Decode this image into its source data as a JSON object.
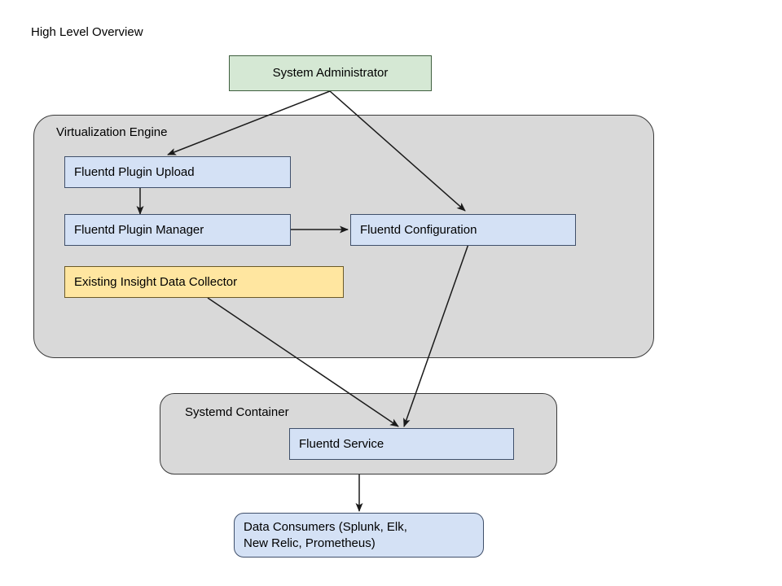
{
  "diagram": {
    "title": "High Level Overview",
    "type": "flowchart",
    "background": "#ffffff",
    "colors": {
      "actor_fill": "#d5e8d4",
      "process_fill": "#d4e1f5",
      "legacy_fill": "#ffe6a0",
      "group_fill": "#d9d9d9",
      "stroke": "#2b2b2b"
    },
    "groups": [
      {
        "id": "virtualization-engine",
        "label": "Virtualization Engine"
      },
      {
        "id": "systemd-container",
        "label": "Systemd Container"
      }
    ],
    "nodes": [
      {
        "id": "system-administrator",
        "label": "System Administrator",
        "shape": "rect",
        "fill": "#d5e8d4"
      },
      {
        "id": "fluentd-plugin-upload",
        "label": "Fluentd Plugin Upload",
        "shape": "rect",
        "fill": "#d4e1f5"
      },
      {
        "id": "fluentd-plugin-manager",
        "label": "Fluentd Plugin Manager",
        "shape": "rect",
        "fill": "#d4e1f5"
      },
      {
        "id": "fluentd-configuration",
        "label": "Fluentd Configuration",
        "shape": "rect",
        "fill": "#d4e1f5"
      },
      {
        "id": "existing-insight-data-collector",
        "label": "Existing Insight Data Collector",
        "shape": "rect",
        "fill": "#ffe6a0"
      },
      {
        "id": "fluentd-service",
        "label": "Fluentd Service",
        "shape": "rect",
        "fill": "#d4e1f5"
      },
      {
        "id": "data-consumers",
        "label": "Data Consumers (Splunk, Elk, New Relic, Prometheus)",
        "line1": "Data Consumers (Splunk, Elk,",
        "line2": "New Relic, Prometheus)",
        "shape": "rounded-rect",
        "fill": "#d4e1f5"
      }
    ],
    "edges": [
      {
        "from": "system-administrator",
        "to": "fluentd-plugin-upload",
        "label": ""
      },
      {
        "from": "system-administrator",
        "to": "fluentd-configuration",
        "label": ""
      },
      {
        "from": "fluentd-plugin-upload",
        "to": "fluentd-plugin-manager",
        "label": ""
      },
      {
        "from": "fluentd-plugin-manager",
        "to": "fluentd-configuration",
        "label": ""
      },
      {
        "from": "fluentd-configuration",
        "to": "fluentd-service",
        "label": ""
      },
      {
        "from": "existing-insight-data-collector",
        "to": "fluentd-service",
        "label": ""
      },
      {
        "from": "fluentd-service",
        "to": "data-consumers",
        "label": ""
      }
    ]
  }
}
